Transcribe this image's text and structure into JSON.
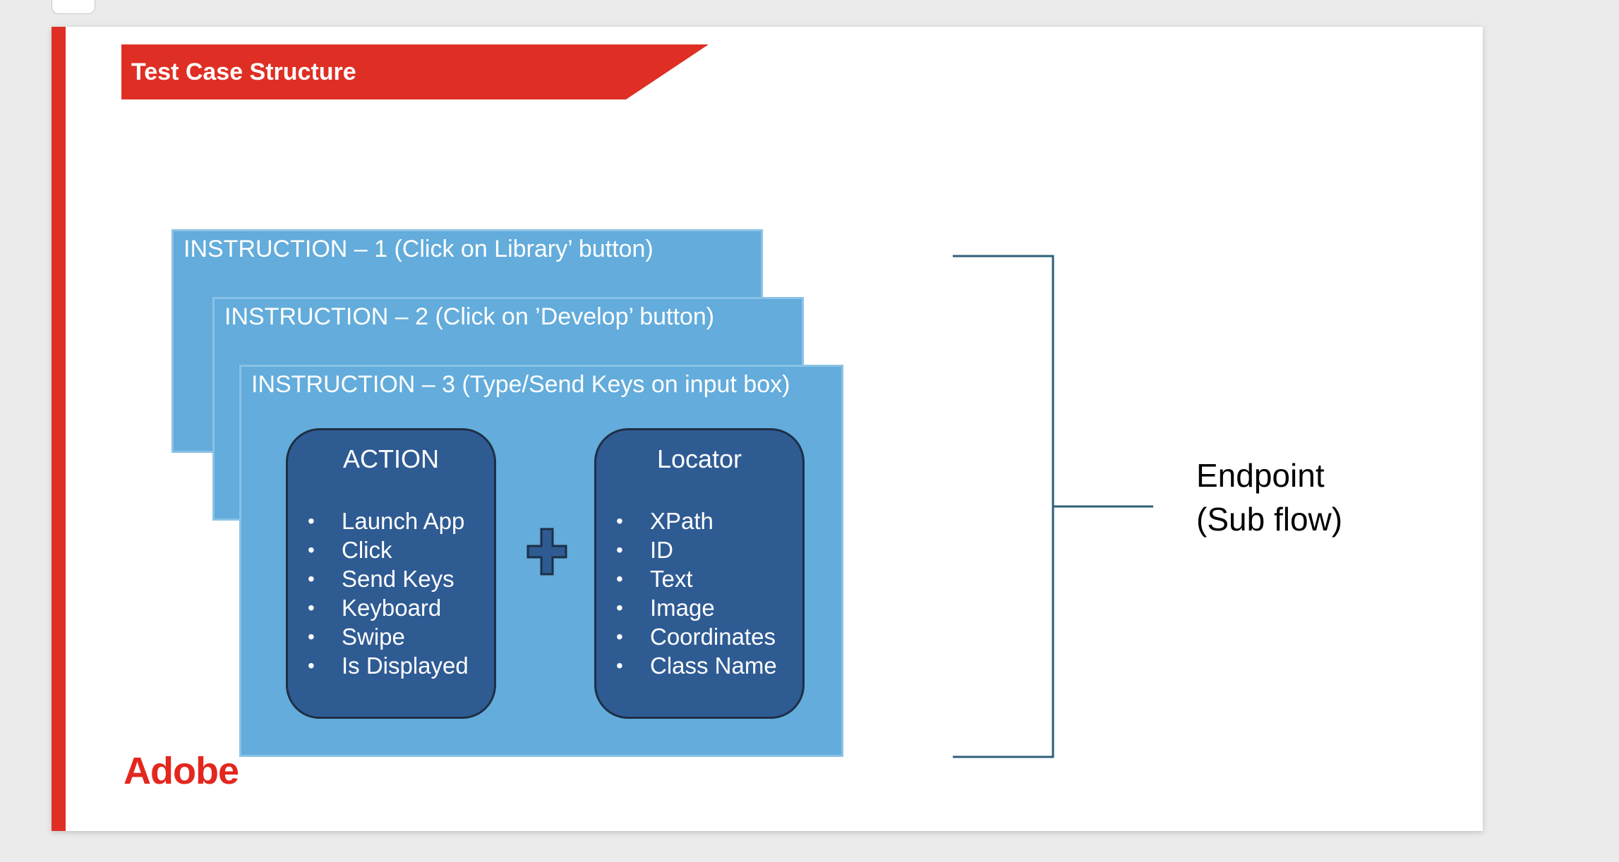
{
  "slide": {
    "title": "Test Case Structure",
    "logo": "Adobe",
    "accent_color": "#df2f24"
  },
  "instructions": [
    {
      "label": "INSTRUCTION – 1 (Click on Library’ button)"
    },
    {
      "label": "INSTRUCTION – 2 (Click on ’Develop’ button)"
    },
    {
      "label": "INSTRUCTION – 3 (Type/Send Keys on input box)"
    }
  ],
  "action": {
    "title": "ACTION",
    "items": [
      "Launch App",
      "Click",
      "Send Keys",
      "Keyboard",
      "Swipe",
      "Is Displayed"
    ]
  },
  "locator": {
    "title": "Locator",
    "items": [
      "XPath",
      "ID",
      "Text",
      "Image",
      "Coordinates",
      "Class Name"
    ]
  },
  "operator": "plus-icon",
  "endpoint": {
    "line1": "Endpoint",
    "line2": "(Sub flow)"
  },
  "colors": {
    "card_fill": "#63acdb",
    "pill_fill": "#2f5b93",
    "bracket": "#2e5f7a"
  }
}
